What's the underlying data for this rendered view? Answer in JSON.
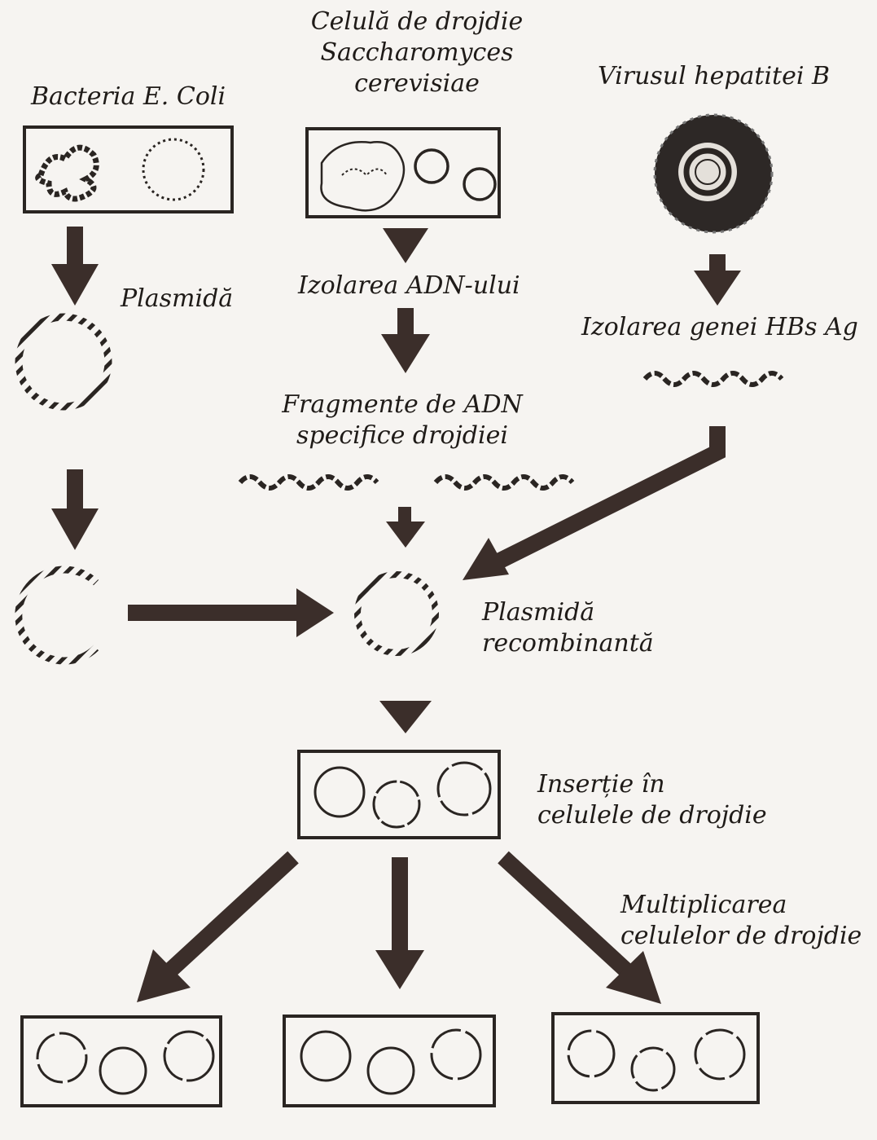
{
  "labels": {
    "bacteria": "Bacteria E. Coli",
    "yeast_cell": [
      "Celulă de drojdie",
      "Saccharomyces",
      "cerevisiae"
    ],
    "virus": "Virusul hepatitei B",
    "plasmid": "Plasmidă",
    "dna_isolation": "Izolarea ADN-ului",
    "gene_isolation": "Izolarea genei HBs Ag",
    "yeast_fragments": [
      "Fragmente de ADN",
      "specifice drojdiei"
    ],
    "recombinant_plasmid": [
      "Plasmidă",
      "recombinantă"
    ],
    "insertion": [
      "Inserție în",
      "celulele de drojdie"
    ],
    "multiplication": [
      "Multiplicarea",
      "celulelor de drojdie"
    ]
  }
}
